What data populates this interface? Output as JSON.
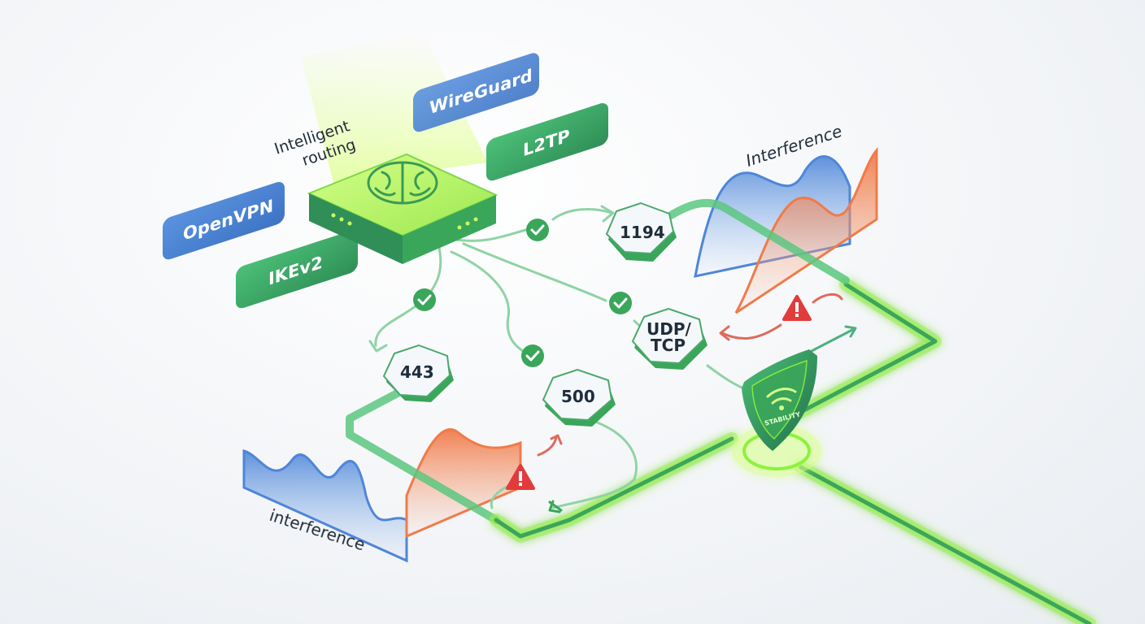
{
  "labels": {
    "intelligent_routing": "Intelligent",
    "intelligent_routing_2": "routing",
    "interference_top": "Interference",
    "interference_bottom": "interference",
    "stability": "STABILITY"
  },
  "protocols": [
    {
      "label": "WireGuard"
    },
    {
      "label": "L2TP"
    },
    {
      "label": "OpenVPN"
    },
    {
      "label": "IKEv2"
    }
  ],
  "ports": [
    {
      "label": "1194"
    },
    {
      "label": "443"
    },
    {
      "label": "500"
    },
    {
      "label": "UDP/",
      "label2": "TCP"
    }
  ],
  "icons": {
    "router": "brain-router-icon",
    "check": "check-icon",
    "warning": "warning-icon",
    "shield": "shield-wifi-icon"
  },
  "colors": {
    "green": "#3fae6a",
    "lime": "#8cf23c",
    "blue": "#4f86d8",
    "orange": "#f07b4a",
    "red": "#e23b3b"
  }
}
